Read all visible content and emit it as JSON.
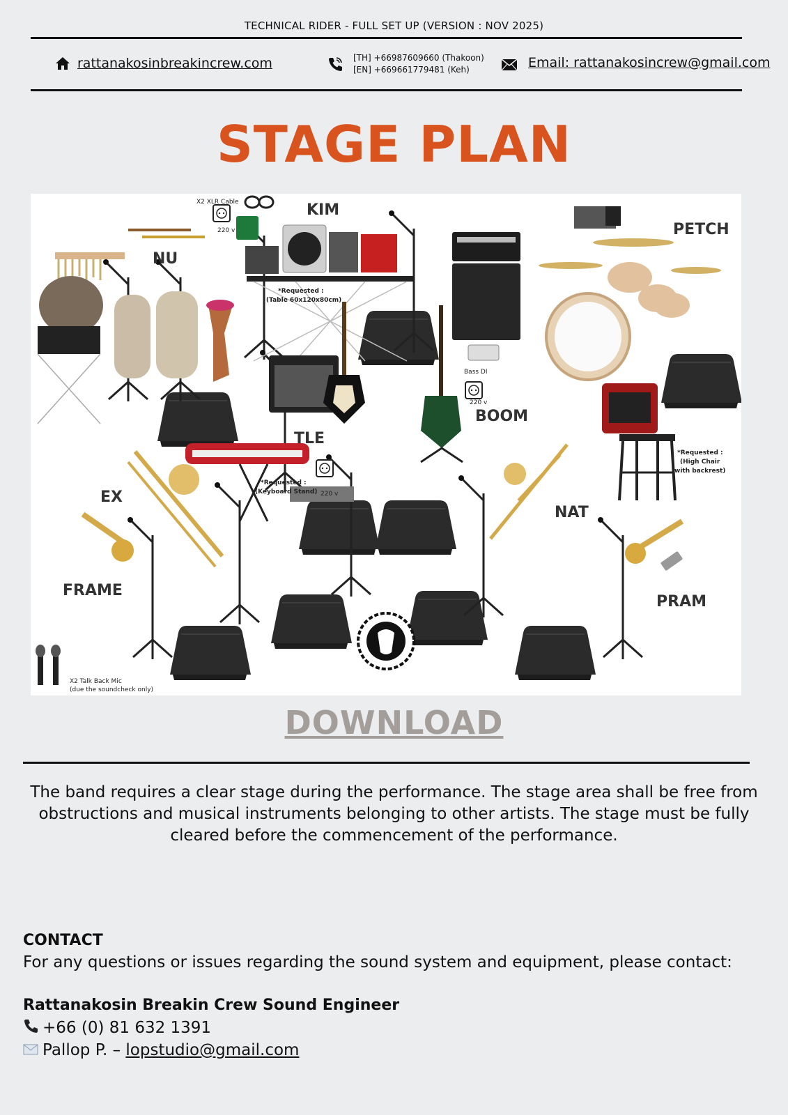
{
  "header": {
    "doc_title": "TECHNICAL RIDER - FULL SET UP (VERSION : NOV 2025)",
    "website": "rattanakosinbreakincrew.com",
    "phone_th": "[TH] +66987609660 (Thakoon)",
    "phone_en": "[EN] +669661779481 (Keh)",
    "email": "Email: rattanakosincrew@gmail.com"
  },
  "page_title": "STAGE PLAN",
  "stage_plan": {
    "members": {
      "kim": "KIM",
      "nu": "NU",
      "petch": "PETCH",
      "tle": "TLE",
      "boom": "BOOM",
      "ex": "EX",
      "nat": "NAT",
      "frame": "FRAME",
      "pram": "PRAM"
    },
    "notes": {
      "xlr": "X2 XLR Cable",
      "volt_1": "220 v",
      "volt_2": "220 v",
      "volt_3": "220 v",
      "table_req": "*Requested :",
      "table_size": "(Table 60x120x80cm)",
      "bass_di": "Bass DI",
      "keyboard_req": "*Requested :",
      "keyboard_stand": "(Keyboard Stand)",
      "chair_req": "*Requested :",
      "chair_1": "(High Chair",
      "chair_2": "with backrest)",
      "talkback": "X2 Talk Back Mic",
      "talkback_sub": "(due the soundcheck only)"
    }
  },
  "download_label": "DOWNLOAD",
  "stage_requirement": "The band requires a clear stage during the performance. The stage area shall be free from obstructions and musical instruments belonging to other artists. The stage must be fully cleared before the commencement of the performance.",
  "contact": {
    "heading": "CONTACT",
    "intro": "For any questions or issues regarding the sound system and equipment, please contact:",
    "engineer_title": "Rattanakosin Breakin Crew Sound Engineer",
    "phone": "+66 (0) 81 632 1391",
    "name_prefix": "Pallop P. – ",
    "email": "lopstudio@gmail.com"
  },
  "colors": {
    "accent": "#d9531e",
    "download": "#a39e99",
    "background": "#ecedef"
  },
  "icons": [
    "home-icon",
    "phone-icon",
    "mail-icon",
    "telephone-emoji-icon",
    "envelope-emoji-icon"
  ]
}
